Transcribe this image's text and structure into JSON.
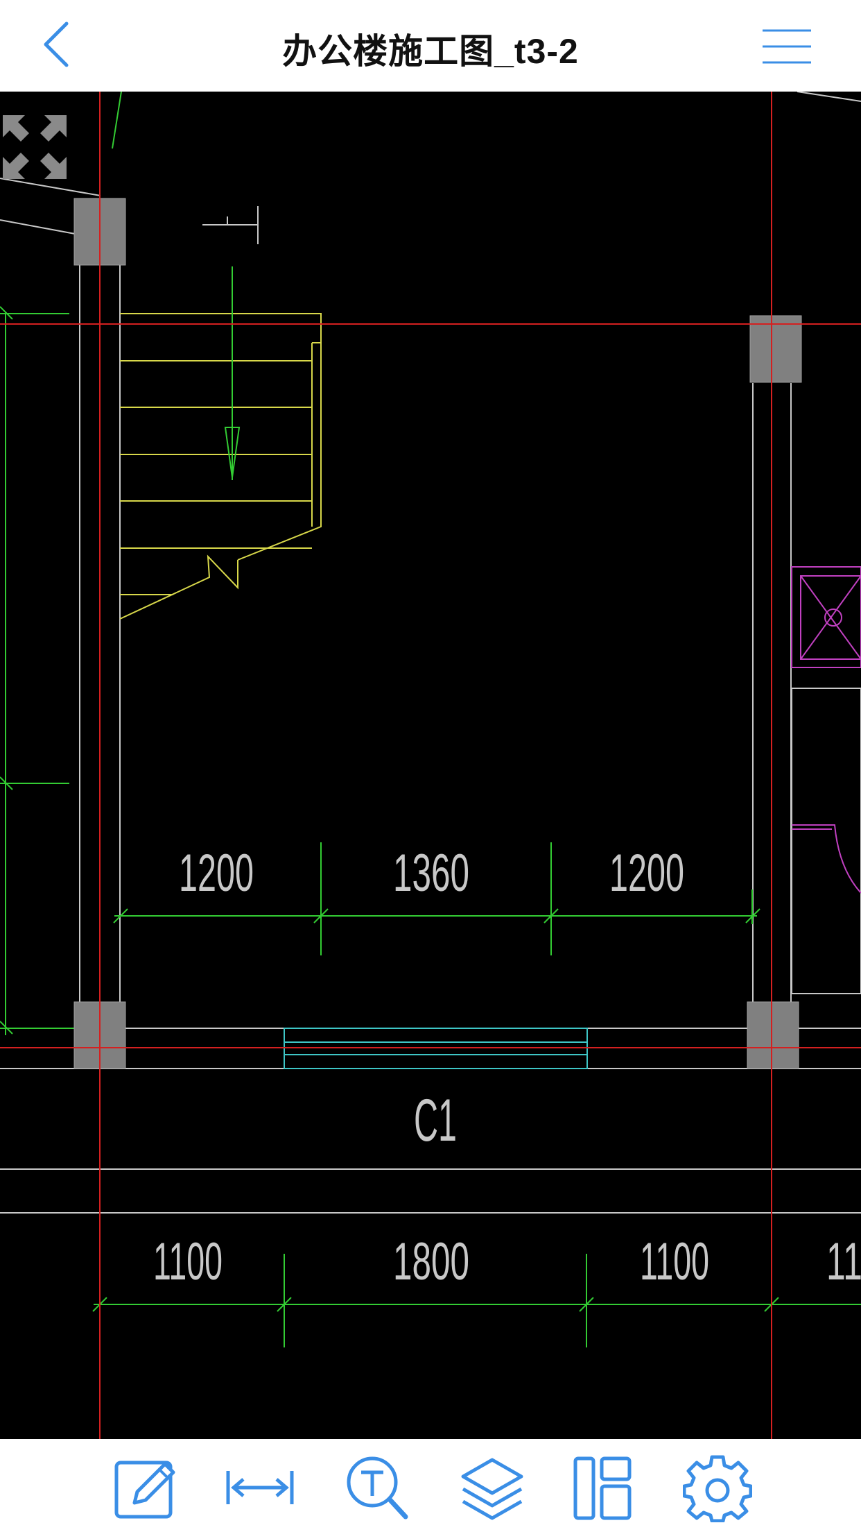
{
  "header": {
    "title": "办公楼施工图_t3-2",
    "back_icon": "chevron-left-icon",
    "menu_icon": "hamburger-menu-icon"
  },
  "drawing": {
    "dimensions_upper": [
      "1200",
      "1360",
      "1200"
    ],
    "window_label": "C1",
    "dimensions_lower": [
      "1100",
      "1800",
      "1100",
      "11"
    ],
    "colors": {
      "axis": "#d42020",
      "wall": "#c8c8c8",
      "dimension": "#33cc33",
      "stair": "#d8d84a",
      "window": "#3ec6c6",
      "fixture": "#c040c0",
      "column": "#808080"
    }
  },
  "toolbar": {
    "items": [
      {
        "name": "edit-icon"
      },
      {
        "name": "measure-icon"
      },
      {
        "name": "text-search-icon"
      },
      {
        "name": "layers-icon"
      },
      {
        "name": "layout-icon"
      },
      {
        "name": "settings-gear-icon"
      }
    ],
    "accent": "#3a8ee6"
  }
}
